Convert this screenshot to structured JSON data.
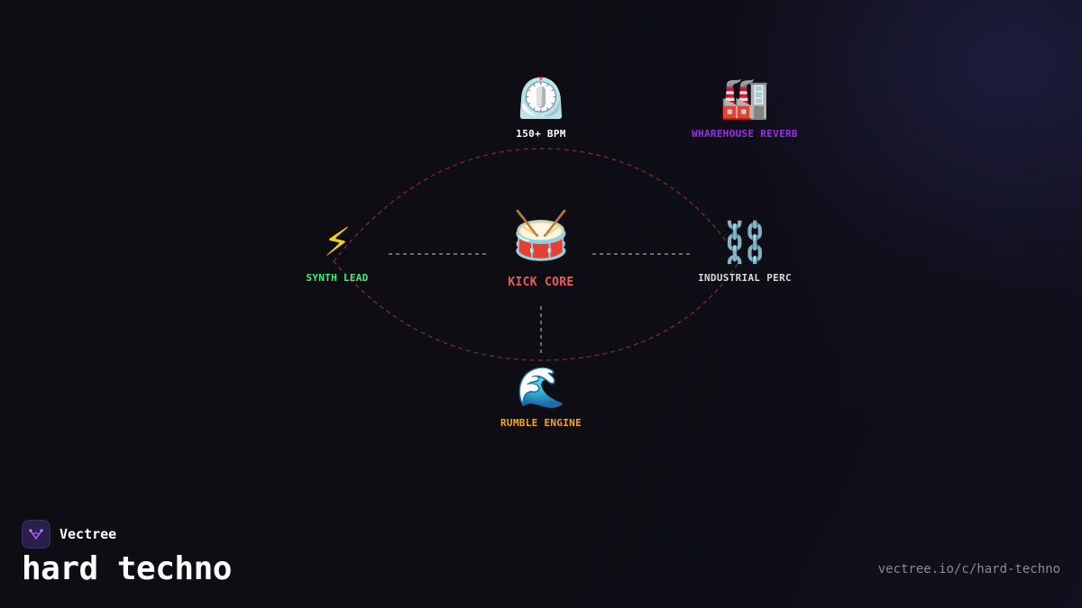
{
  "nodes": {
    "center": {
      "icon": "🥁",
      "label": "KICK CORE",
      "color": "#f05a5a"
    },
    "top": {
      "icon": "⏲️",
      "label": "150+ BPM",
      "color": "#ffffff"
    },
    "top_right": {
      "icon": "🏭",
      "label": "WHAREHOUSE REVERB",
      "color": "#9b2cf0"
    },
    "left": {
      "icon": "⚡",
      "label": "SYNTH LEAD",
      "color": "#3ef07a"
    },
    "right": {
      "icon": "⛓️",
      "label": "INDUSTRIAL PERC",
      "color": "#d8d8d8"
    },
    "bottom": {
      "icon": "🌊",
      "label": "RUMBLE ENGINE",
      "color": "#f5a623"
    }
  },
  "brand": {
    "name": "Vectree",
    "logo_icon": "vectree-logo-icon"
  },
  "title": "hard techno",
  "url": "vectree.io/c/hard-techno",
  "colors": {
    "background": "#0e0d14",
    "orbit_line": "#6e2a36",
    "connector_line": "#6a6a74"
  }
}
